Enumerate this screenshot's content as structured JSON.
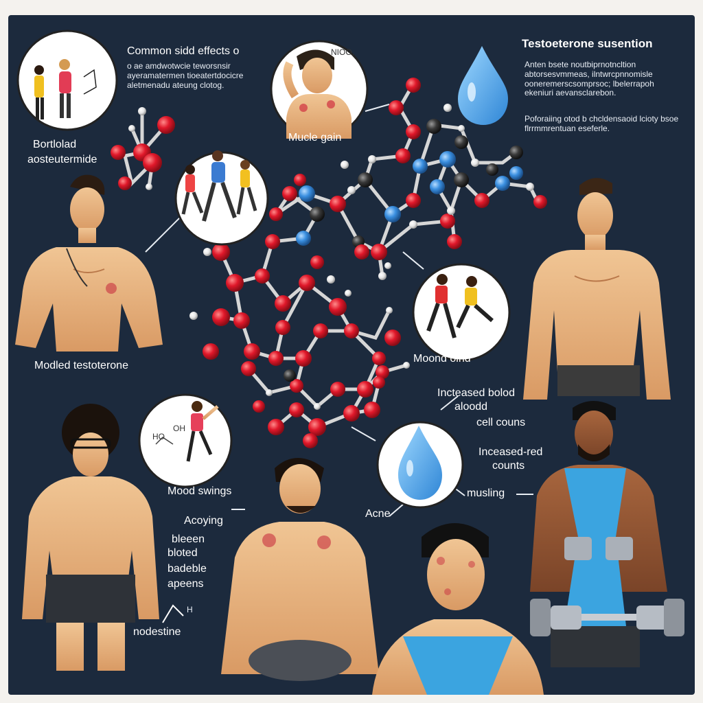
{
  "labels": {
    "common_side_effects": "Common sidd effects o",
    "common_side_effects_desc": "o ae amdwotwcie teworsnsir ayeramatermen tioeatertdocicre aletmenadu ateung clotog.",
    "bortlolad": "Bortlolad",
    "bortlolad_sub": "aosteutermide",
    "muscle_gain": "Mucle gain",
    "muscle_gain_tag": "NIOO,",
    "testosterone_suspension": "Testoeterone susention",
    "suspension_desc": "Anten bsete noutbiprnotncltion abtorsesvmmeas, ilntwrcpnnomisle ooneremerscsomprsoc; lbelerrapoh ekeniuri aevansclarebon.",
    "suspension_desc2": "Poforaiing otod b chcldensaoid lcioty bsoe flrrmmrentuan eseferle.",
    "modeled_testosterone": "Modled testoterone",
    "mood_changes": "Moond oind",
    "increased_blood": "Incteased bolod",
    "increased_blood2": "aloodd",
    "cell_counts": "cell couns",
    "increased_red": "Inceased-red",
    "counts": "counts",
    "mood_swings": "Mood swings",
    "acne": "Acne",
    "muscling": "musling",
    "aching": "Acoying",
    "bleeding": "bleeen",
    "bloated": "bloted",
    "bloated2": "badeble",
    "bloated3": "apeens",
    "nodestine": "nodestine",
    "chem_ho": "HO",
    "chem_oh": "OH",
    "chem_h": "H"
  },
  "colors": {
    "background": "#1c2a3d",
    "atom_oxygen": "#e0182a",
    "atom_nitrogen": "#3a8fe0",
    "atom_carbon": "#3a3a3a",
    "atom_hydrogen": "#f0f0f0",
    "water_drop": "#4aa8e8"
  },
  "icons": [
    "water-drop-icon",
    "molecule-icon",
    "dumbbell-icon",
    "runner-icon"
  ]
}
